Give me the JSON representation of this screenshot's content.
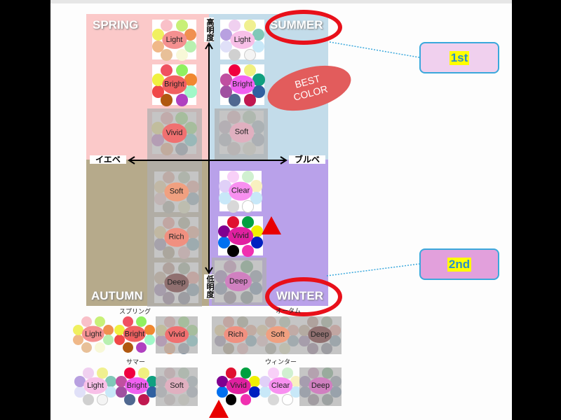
{
  "quadrants": {
    "spring": "SPRING",
    "summer": "SUMMER",
    "autumn": "AUTUMN",
    "winter": "WINTER"
  },
  "axes": {
    "high": "高明度",
    "low": "低明度",
    "warm": "イエベ",
    "cool": "ブルベ"
  },
  "best_color": {
    "line1": "BEST",
    "line2": "COLOR"
  },
  "ranks": {
    "first": "1st",
    "second": "2nd"
  },
  "captions": {
    "spring": "スプリング",
    "autumn": "オータム",
    "summer": "サマー",
    "winter": "ウィンター"
  },
  "colors": {
    "spring_bg": "#fbc9c9",
    "summer_bg": "#c3dcea",
    "autumn_bg": "#b6aa8b",
    "winter_bg": "#b9a1ea",
    "ring": "#e8101a",
    "rank1_bg": "#f0d0ee",
    "rank2_bg": "#e2a0dc"
  },
  "tiles": {
    "spring_light": {
      "label": "Light",
      "center": "#f49090",
      "petals": [
        "#f9c0c8",
        "#c8f078",
        "#f09050",
        "#b8f0b0",
        "#f8f8d8",
        "#e8c098",
        "#f0b888",
        "#f0f060"
      ]
    },
    "spring_bright": {
      "label": "Bright",
      "center": "#f06060",
      "petals": [
        "#f05060",
        "#90f060",
        "#f08830",
        "#a0f8c8",
        "#b040c0",
        "#b05810",
        "#f04848",
        "#f0f040"
      ]
    },
    "spring_vivid": {
      "label": "Vivid",
      "center": "#f07070",
      "petals": [
        "#f0a0a0",
        "#90e070",
        "#90e070",
        "#60d0d0",
        "#8090a0",
        "#f0a070",
        "#c070c0",
        "#f0e070"
      ]
    },
    "summer_light": {
      "label": "Light",
      "center": "#f8c0e8",
      "petals": [
        "#f0d0f0",
        "#f0f090",
        "#80c8b8",
        "#c8e8f8",
        "#f4f4f4",
        "#d0d0d0",
        "#e0e0f8",
        "#b8a0e0"
      ]
    },
    "summer_bright": {
      "label": "Bright",
      "center": "#f060f0",
      "petals": [
        "#f00040",
        "#f0f080",
        "#10a080",
        "#3060a0",
        "#c01850",
        "#506890",
        "#a050a0",
        "#c050a0"
      ]
    },
    "summer_soft": {
      "label": "Soft",
      "center": "#e0b0c0",
      "petals": [
        "#e0b0b8",
        "#b0d0b0",
        "#a0b8c0",
        "#a0b0c0",
        "#e0e0d0",
        "#d0c0c0",
        "#b0b8c0",
        "#c0b0c0"
      ]
    },
    "autumn_soft": {
      "label": "Soft",
      "center": "#f0a080",
      "petals": [
        "#e0a090",
        "#b0c0a0",
        "#f0a090",
        "#80a0b0",
        "#e0e0b0",
        "#a0a090",
        "#f0c0c0",
        "#f0d090"
      ]
    },
    "autumn_rich": {
      "label": "Rich",
      "center": "#f09080",
      "petals": [
        "#f09080",
        "#a0a080",
        "#f0a080",
        "#70a0b0",
        "#f0b0b0",
        "#a09070",
        "#9080a0",
        "#f0d080"
      ]
    },
    "autumn_deep": {
      "label": "Deep",
      "center": "#907070",
      "petals": [
        "#b08070",
        "#90a080",
        "#f09080",
        "#7090a0",
        "#707080",
        "#806080",
        "#9070a0",
        "#c0a080"
      ]
    },
    "winter_clear": {
      "label": "Clear",
      "center": "#f890f0",
      "petals": [
        "#f8d0f8",
        "#d0f0d0",
        "#f8f0c0",
        "#c8e8f8",
        "#ffffff",
        "#d8d8d8",
        "#c8e8f8",
        "#e0d0f8"
      ]
    },
    "winter_vivid": {
      "label": "Vivid",
      "center": "#e020a0",
      "petals": [
        "#e01030",
        "#00a040",
        "#f0f000",
        "#0020c0",
        "#f030b0",
        "#000000",
        "#0070f0",
        "#800090"
      ]
    },
    "winter_deep": {
      "label": "Deep",
      "center": "#d080c0",
      "petals": [
        "#c080b0",
        "#60a070",
        "#8090a0",
        "#6080a0",
        "#708080",
        "#807080",
        "#7080a0",
        "#9070b0"
      ]
    }
  }
}
